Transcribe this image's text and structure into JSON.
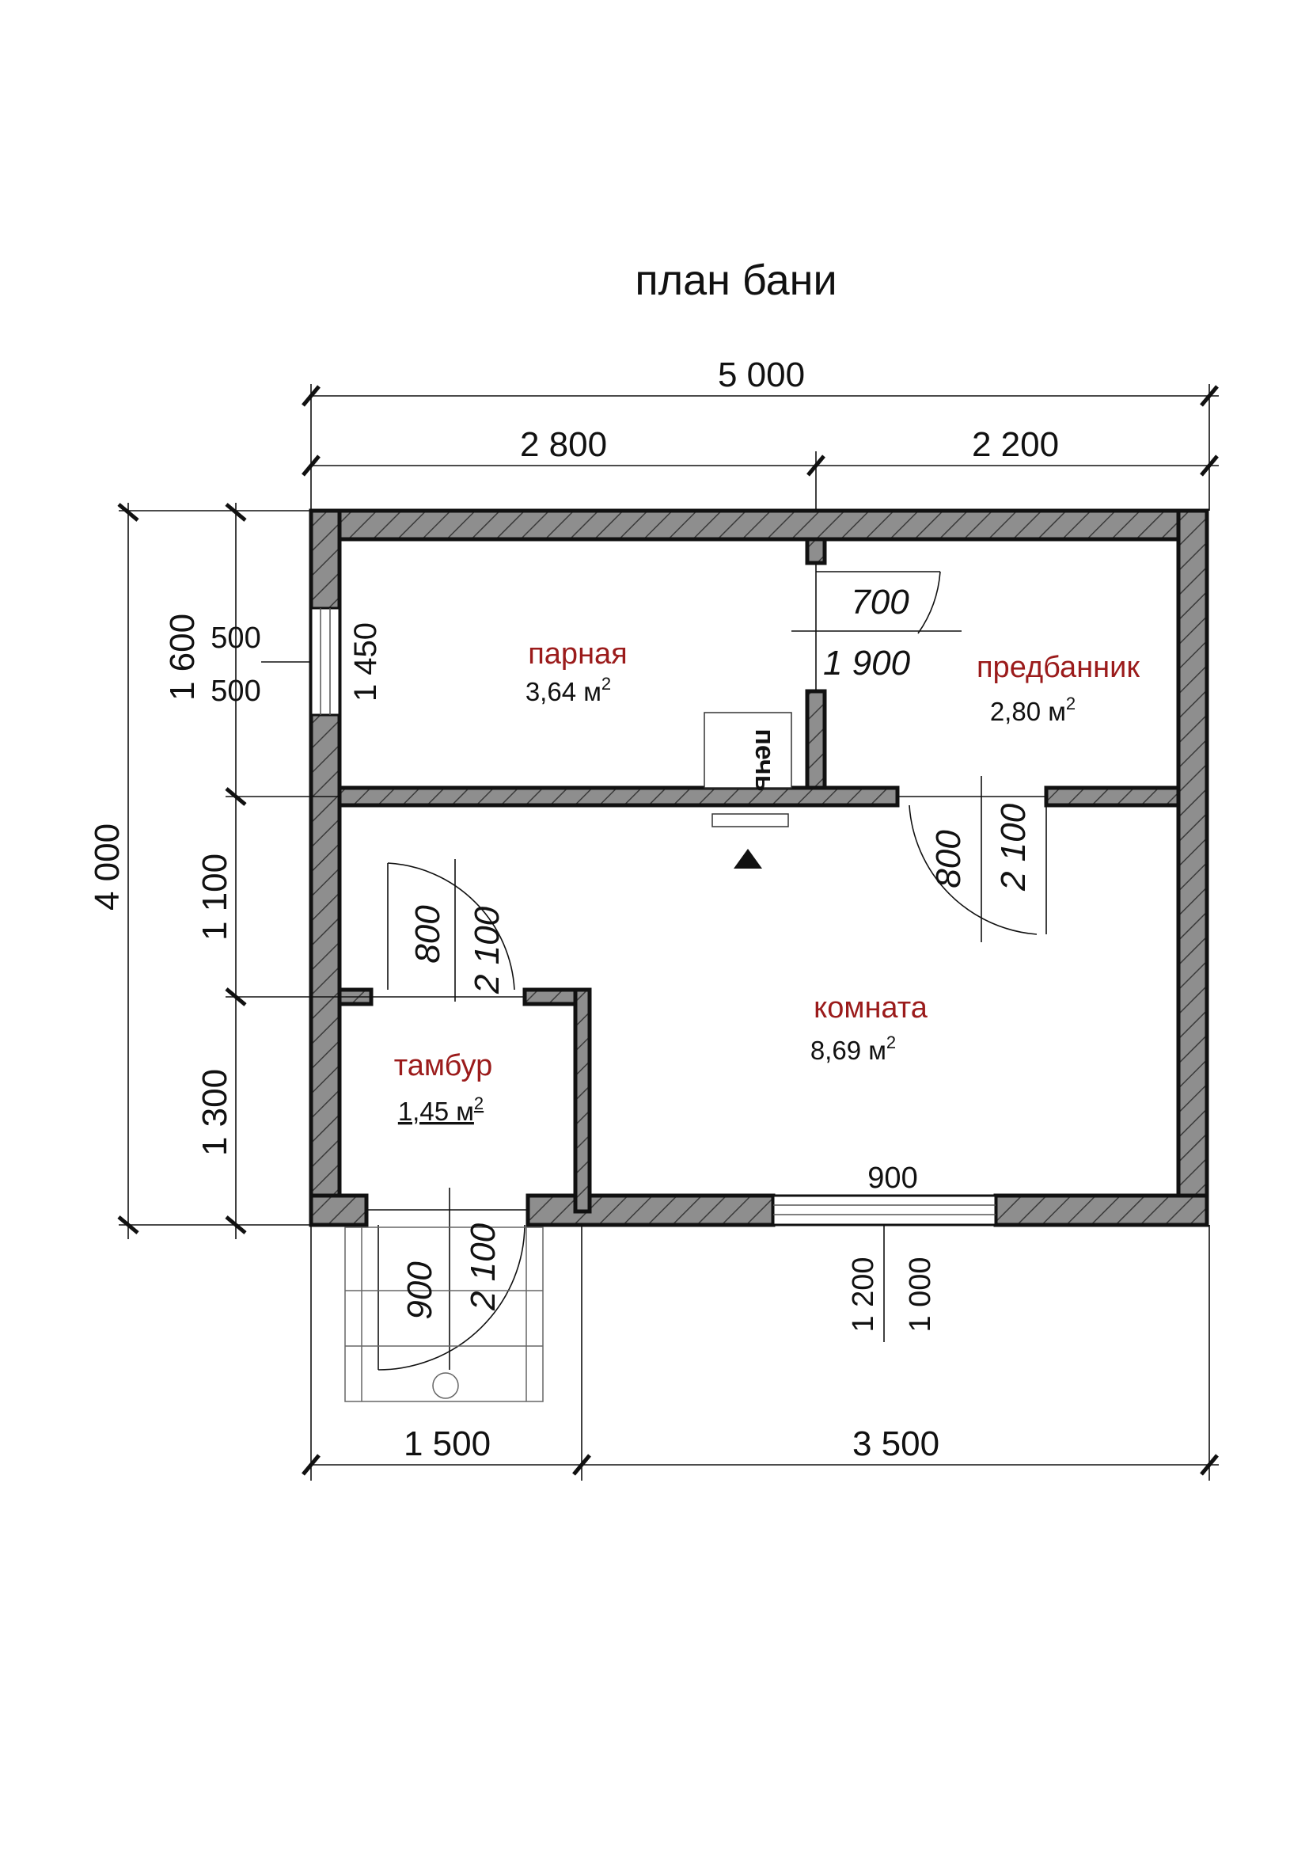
{
  "title": "план бани",
  "rooms": {
    "parnaya": {
      "name": "парная",
      "area": "3,64 м",
      "sup": "2"
    },
    "predbannik": {
      "name": "предбанник",
      "area": "2,80 м",
      "sup": "2"
    },
    "komnata": {
      "name": "комната",
      "area": "8,69 м",
      "sup": "2"
    },
    "tambur": {
      "name": "тамбур",
      "area": "1,45 м",
      "sup": "2"
    }
  },
  "stove_label": "печь",
  "dimensions": {
    "top_total": "5 000",
    "top_left": "2 800",
    "top_right": "2 200",
    "bottom_left": "1 500",
    "bottom_right": "3 500",
    "left_total": "4 000",
    "left_1": "1 600",
    "left_2": "1 100",
    "left_3": "1 300",
    "win_left_a": "500",
    "win_left_b": "500",
    "win_left_h": "1 450",
    "door_parnaya_w": "700",
    "door_parnaya_h": "1 900",
    "door_predb_w": "800",
    "door_predb_h": "2 100",
    "door_tambur_w": "800",
    "door_tambur_h": "2 100",
    "door_entry_w": "900",
    "door_entry_h": "2 100",
    "win_bottom_w": "900",
    "win_bottom_h1": "1 200",
    "win_bottom_h2": "1 000"
  },
  "colors": {
    "wall": "#8a8a8a",
    "room_label": "#9b1b1b"
  }
}
